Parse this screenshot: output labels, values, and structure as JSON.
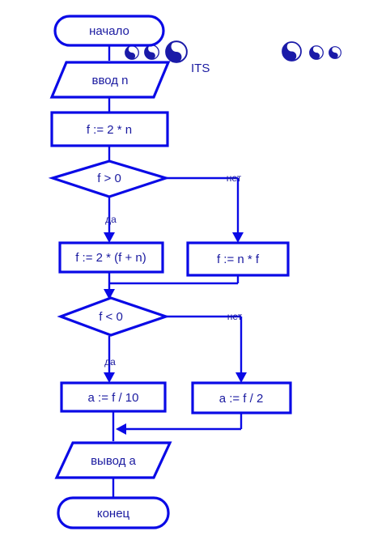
{
  "diagram": {
    "nodes": {
      "start": "начало",
      "input": "ввод n",
      "assign1": "f := 2 * n",
      "cond1": "f  > 0",
      "yes1": "f := 2 * (f + n)",
      "no1": "f := n * f",
      "cond2": "f < 0",
      "yes2": "a := f  / 10",
      "no2": "a := f  /  2",
      "output": "вывод a",
      "end": "конец"
    },
    "labels": {
      "yes": "да",
      "no": "нет"
    },
    "colors": {
      "stroke": "#0a0ae6",
      "text": "#1a1aa0"
    }
  },
  "logo": {
    "text": "ITS",
    "icon": "yin-yang-icon"
  }
}
